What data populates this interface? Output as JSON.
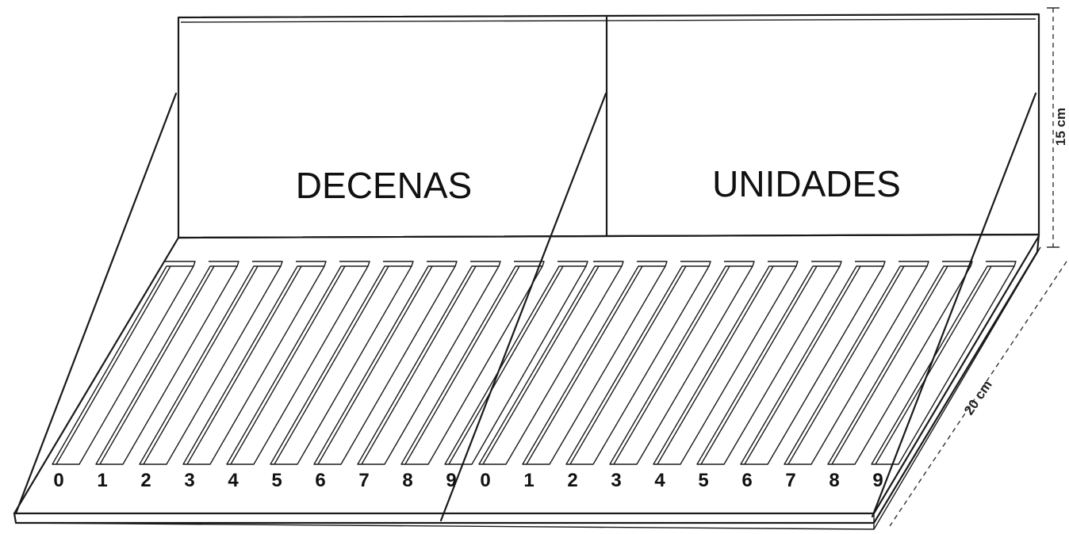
{
  "panels": {
    "left_label": "DECENAS",
    "right_label": "UNIDADES"
  },
  "slots": {
    "left_digits": [
      "0",
      "1",
      "2",
      "3",
      "4",
      "5",
      "6",
      "7",
      "8",
      "9"
    ],
    "right_digits": [
      "0",
      "1",
      "2",
      "3",
      "4",
      "5",
      "6",
      "7",
      "8",
      "9"
    ]
  },
  "dimensions": {
    "height_label": "15 cm",
    "depth_label": "20 cm"
  }
}
